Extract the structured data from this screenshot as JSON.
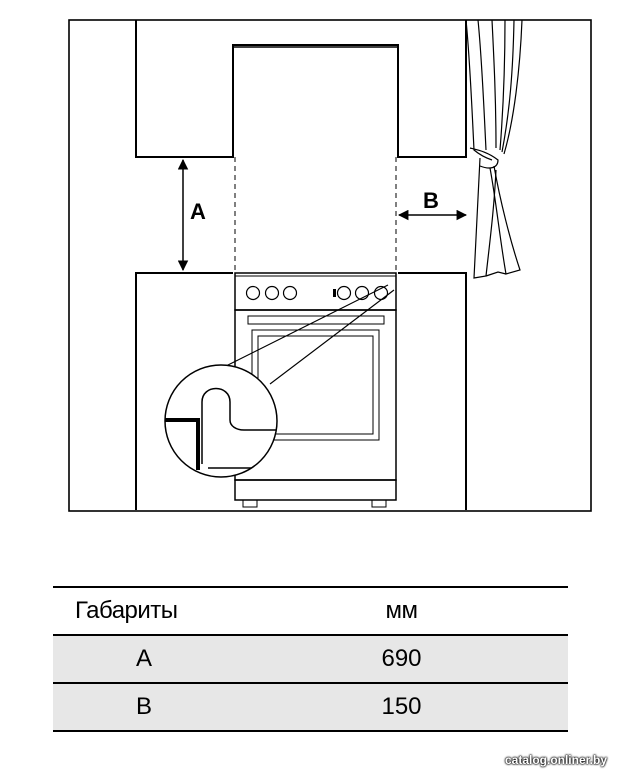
{
  "diagram": {
    "label_a": "A",
    "label_b": "B"
  },
  "table": {
    "headers": [
      "Габариты",
      "мм"
    ],
    "rows": [
      {
        "dimension": "A",
        "value": "690"
      },
      {
        "dimension": "B",
        "value": "150"
      }
    ]
  },
  "watermark": "catalog.onliner.by"
}
